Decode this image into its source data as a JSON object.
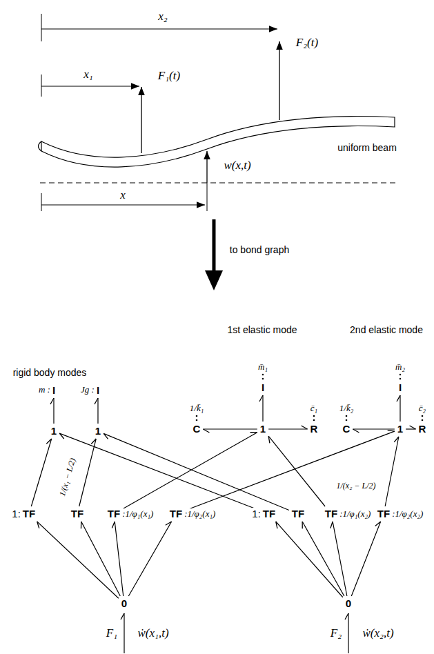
{
  "diagram": {
    "nodes": [
      {
        "text": [
          "m :",
          "I"
        ]
      },
      {
        "text": [
          "Jg :",
          "I"
        ]
      },
      {
        "text": [
          "m̄₁",
          "I"
        ]
      },
      {
        "text": [
          "m̄₂",
          "I"
        ]
      },
      {
        "text": [
          "1"
        ]
      },
      {
        "text": [
          "1"
        ]
      },
      {
        "text": [
          "1/k̄₁",
          "C"
        ]
      },
      {
        "text": [
          "1"
        ]
      },
      {
        "text": [
          "c̄₁",
          "R"
        ]
      },
      {
        "text": [
          "1/k̄₂",
          "C"
        ]
      },
      {
        "text": [
          "1"
        ]
      },
      {
        "text": [
          "c̄₂",
          "R"
        ]
      },
      {
        "text": [
          "1:",
          "TF"
        ]
      },
      {
        "text": [
          "TF"
        ]
      },
      {
        "text": [
          "TF",
          ":1/φ₁(x₁)"
        ]
      },
      {
        "text": [
          "TF",
          ":1/φ₂(x₁)"
        ]
      },
      {
        "text": [
          "1:",
          "TF"
        ]
      },
      {
        "text": [
          "TF"
        ]
      },
      {
        "text": [
          "TF",
          ":1/φ₁(x₂)"
        ]
      },
      {
        "text": [
          "TF",
          ":1/φ₂(x₂)"
        ]
      },
      {
        "text": [
          "0"
        ]
      },
      {
        "text": [
          "0"
        ]
      }
    ],
    "edges": [
      {
        "from": 4,
        "to": 0,
        "arrow": "to"
      },
      {
        "from": 5,
        "to": 1,
        "arrow": "to"
      },
      {
        "from": 7,
        "to": 2,
        "arrow": "to"
      },
      {
        "from": 10,
        "to": 3,
        "arrow": "to"
      },
      {
        "from": 7,
        "to": 6,
        "arrow": "to"
      },
      {
        "from": 7,
        "to": 8,
        "arrow": "to"
      },
      {
        "from": 10,
        "to": 9,
        "arrow": "to"
      },
      {
        "from": 10,
        "to": 11,
        "arrow": "to"
      },
      {
        "from": 12,
        "to": 4,
        "arrow": "to"
      },
      {
        "from": 13,
        "to": 5,
        "arrow": "to"
      },
      {
        "from": 14,
        "to": 7,
        "arrow": "to"
      },
      {
        "from": 15,
        "to": 10,
        "arrow": "to"
      },
      {
        "from": 16,
        "to": 4,
        "arrow": "to"
      },
      {
        "from": 17,
        "to": 5,
        "arrow": "to"
      },
      {
        "from": 18,
        "to": 7,
        "arrow": "to"
      },
      {
        "from": 19,
        "to": 10,
        "arrow": "to"
      },
      {
        "from": 20,
        "to": 12,
        "arrow": "to"
      },
      {
        "from": 20,
        "to": 13,
        "arrow": "to"
      },
      {
        "from": 20,
        "to": 14,
        "arrow": "to"
      },
      {
        "from": 20,
        "to": 15,
        "arrow": "to"
      },
      {
        "from": 21,
        "to": 16,
        "arrow": "to"
      },
      {
        "from": 21,
        "to": 17,
        "arrow": "to"
      },
      {
        "from": 21,
        "to": 18,
        "arrow": "to"
      },
      {
        "from": 21,
        "to": 19,
        "arrow": "to"
      }
    ],
    "labels": [
      "x₂",
      "x₁",
      "F₁(t)",
      "F₂(t)",
      "uniform beam",
      "w(x,t)",
      "x",
      "to bond graph",
      "rigid body modes",
      "1st elastic mode",
      "2nd elastic mode",
      "1/(x₁ − L/2)",
      "1/(x₂ − L/2)",
      "F₁",
      "ẇ(x₁,t)",
      "F₂",
      "ẇ(x₂,t)"
    ]
  }
}
